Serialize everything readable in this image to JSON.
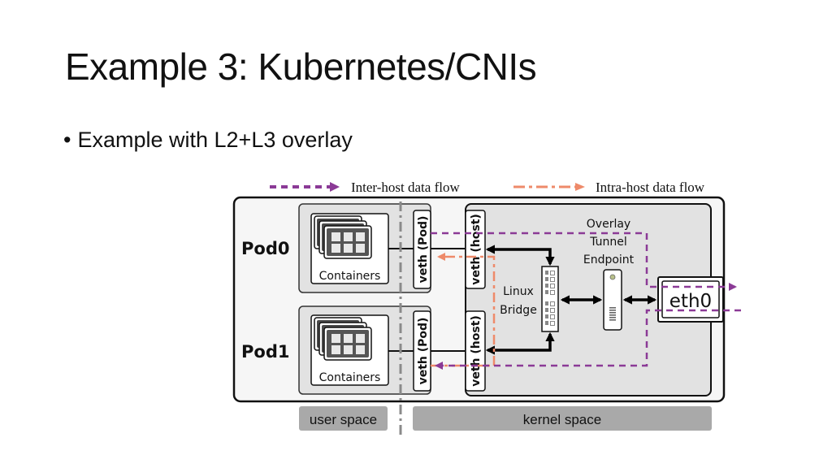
{
  "slide": {
    "title": "Example 3: Kubernetes/CNIs",
    "bullet": "Example with L2+L3 overlay"
  },
  "legend": {
    "inter_host": "Inter-host data flow",
    "intra_host": "Intra-host data flow"
  },
  "colors": {
    "inter_host_flow": "#8b3a96",
    "intra_host_flow": "#ee8a6a",
    "box_fill": "#e2e2e2",
    "label_bar": "#a9a9a9",
    "separator": "#8a8a8a"
  },
  "diagram": {
    "pods": [
      {
        "label": "Pod0",
        "containers_label": "Containers",
        "veth_pod": "veth (Pod)",
        "veth_host": "veth (host)"
      },
      {
        "label": "Pod1",
        "containers_label": "Containers",
        "veth_pod": "veth (Pod)",
        "veth_host": "veth (host)"
      }
    ],
    "bridge_label_1": "Linux",
    "bridge_label_2": "Bridge",
    "tunnel_label_1": "Overlay",
    "tunnel_label_2": "Tunnel",
    "tunnel_label_3": "Endpoint",
    "nic_label": "eth0",
    "user_space": "user space",
    "kernel_space": "kernel space"
  }
}
